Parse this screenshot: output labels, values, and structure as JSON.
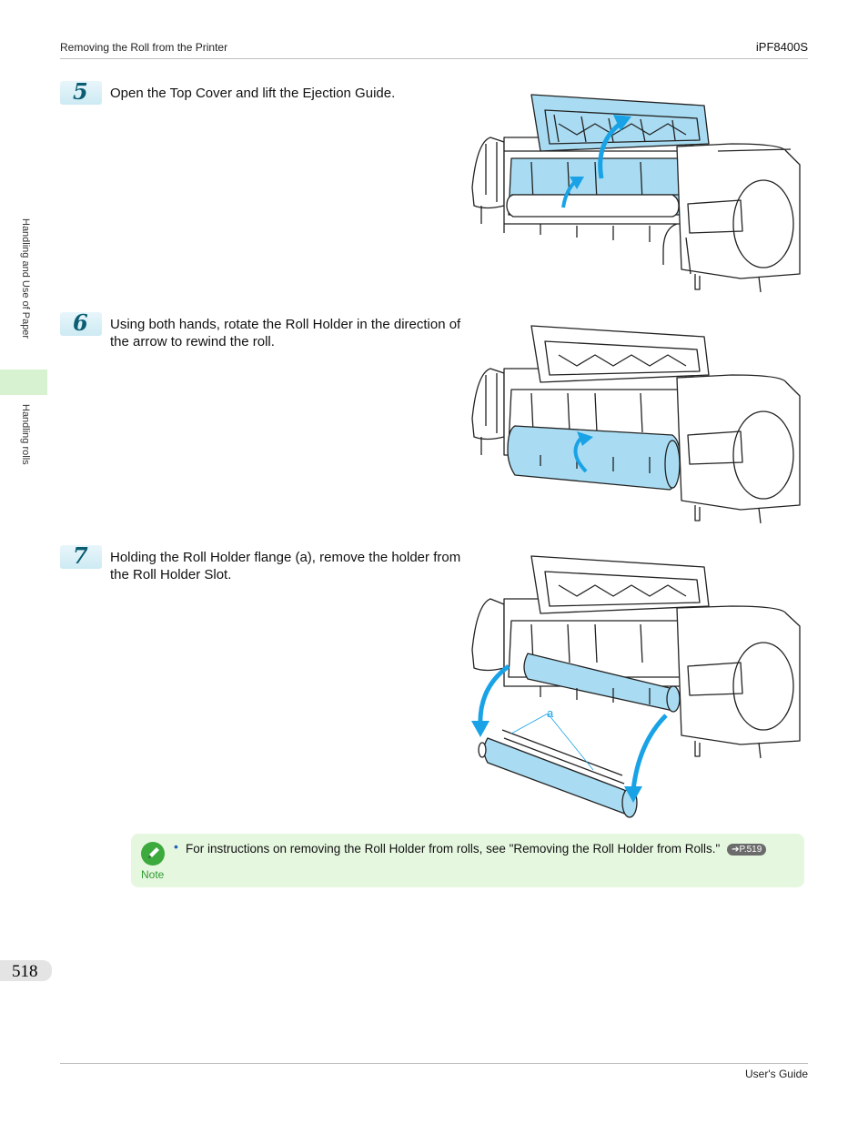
{
  "header": {
    "section": "Removing the Roll from the Printer",
    "model": "iPF8400S"
  },
  "sidebar": {
    "chapter": "Handling and Use of Paper",
    "section": "Handling rolls"
  },
  "steps": [
    {
      "number": "5",
      "text": "Open the Top Cover and lift the Ejection Guide."
    },
    {
      "number": "6",
      "text": "Using both hands, rotate the Roll Holder in the direction of the arrow to rewind the roll."
    },
    {
      "number": "7",
      "text": "Holding the Roll Holder flange (a), remove the holder from the Roll Holder Slot."
    }
  ],
  "figure3": {
    "callout": "a"
  },
  "note": {
    "label": "Note",
    "bullet": "•",
    "text": "For instructions on removing the Roll Holder from rolls, see \"Removing the Roll Holder from Rolls.\"",
    "ref": "➔P.519"
  },
  "footer": {
    "page_number": "518",
    "guide": "User's Guide"
  },
  "colors": {
    "highlight": "#a9dcf2",
    "arrow": "#19a3e6",
    "note_bg": "#e6f7e0",
    "step_badge": "#cdeaf3"
  }
}
